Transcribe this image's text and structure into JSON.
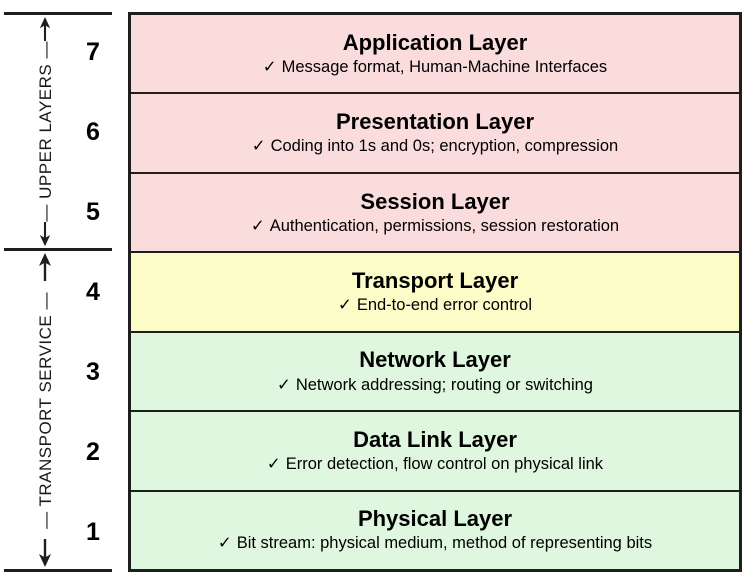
{
  "icons": {
    "check": "✓",
    "arrow_up": "up-arrow",
    "arrow_down": "down-arrow"
  },
  "colors": {
    "upper_group_bg": "#FADCDC",
    "transport_bg": "#FCFCC8",
    "lower_group_bg": "#DFF6DF",
    "border": "#1E1E1E",
    "text": "#000000"
  },
  "side": {
    "upper": {
      "label": "— UPPER LAYERS —"
    },
    "lower": {
      "label": "— TRANSPORT SERVICE —"
    }
  },
  "layers": [
    {
      "number": "7",
      "title": "Application Layer",
      "desc": "Message format, Human-Machine Interfaces",
      "bg": "#FADCDC"
    },
    {
      "number": "6",
      "title": "Presentation Layer",
      "desc": "Coding into 1s and 0s; encryption, compression",
      "bg": "#FADCDC"
    },
    {
      "number": "5",
      "title": "Session Layer",
      "desc": "Authentication, permissions, session restoration",
      "bg": "#FADCDC"
    },
    {
      "number": "4",
      "title": "Transport Layer",
      "desc": "End-to-end error control",
      "bg": "#FCFCC8"
    },
    {
      "number": "3",
      "title": "Network Layer",
      "desc": "Network addressing; routing or switching",
      "bg": "#DFF6DF"
    },
    {
      "number": "2",
      "title": "Data Link Layer",
      "desc": "Error detection, flow control on physical link",
      "bg": "#DFF6DF"
    },
    {
      "number": "1",
      "title": "Physical Layer",
      "desc": "Bit stream: physical medium, method of representing bits",
      "bg": "#DFF6DF"
    }
  ]
}
